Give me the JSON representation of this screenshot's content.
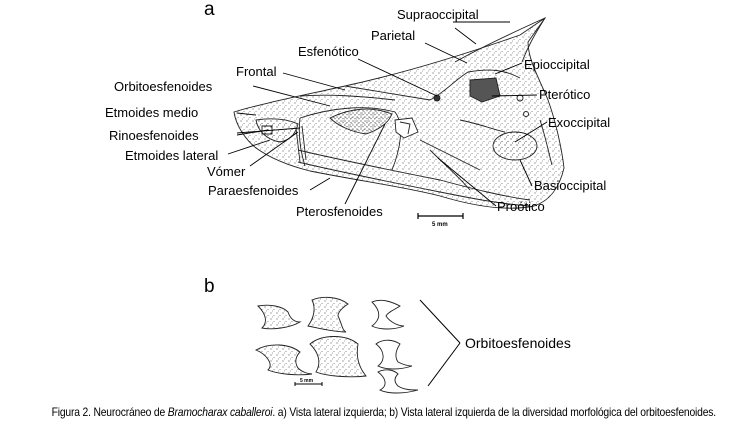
{
  "panel_a": {
    "letter": "a",
    "labels": {
      "supraoccipital": "Supraoccipital",
      "parietal": "Parietal",
      "esfenotico": "Esfenótico",
      "epioccipital": "Epioccipital",
      "frontal": "Frontal",
      "orbitoesfenoides": "Orbitoesfenoides",
      "pterotico": "Pterótico",
      "etmoides_medio": "Etmoides medio",
      "exoccipital": "Exoccipital",
      "rinoesfenoides": "Rinoesfenoides",
      "etmoides_lateral": "Etmoides lateral",
      "vomer": "Vómer",
      "basioccipital": "Basioccipital",
      "paraesfenoides": "Paraesfenoides",
      "pterosfenoides": "Pterosfenoides",
      "protico": "Proótico"
    },
    "scale_bar": "5 mm"
  },
  "panel_b": {
    "letter": "b",
    "label": "Orbitoesfenoides",
    "scale_bar": "5 mm"
  },
  "caption": {
    "prefix": "Figura 2. Neurocráneo de ",
    "species": "Bramocharax caballeroi",
    "suffix": ". a) Vista lateral izquierda; b) Vista lateral izquierda de la diversidad morfológica del orbitoesfenoides."
  }
}
